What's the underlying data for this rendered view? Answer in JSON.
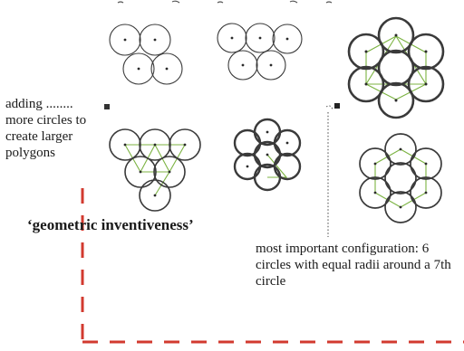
{
  "labels": {
    "adding_lead": "adding",
    "adding_dots": "........",
    "adding_rest": "more circles to create larger polygons",
    "geometric": "‘geometric inventiveness’",
    "configuration": "most important configuration: 6 circles with equal radii around a 7th circle"
  },
  "colors": {
    "frame_dash": "#d23a2f",
    "connector": "#555555",
    "circle_stroke": "#3a3a3a",
    "inner_lines": "#7cb342"
  }
}
